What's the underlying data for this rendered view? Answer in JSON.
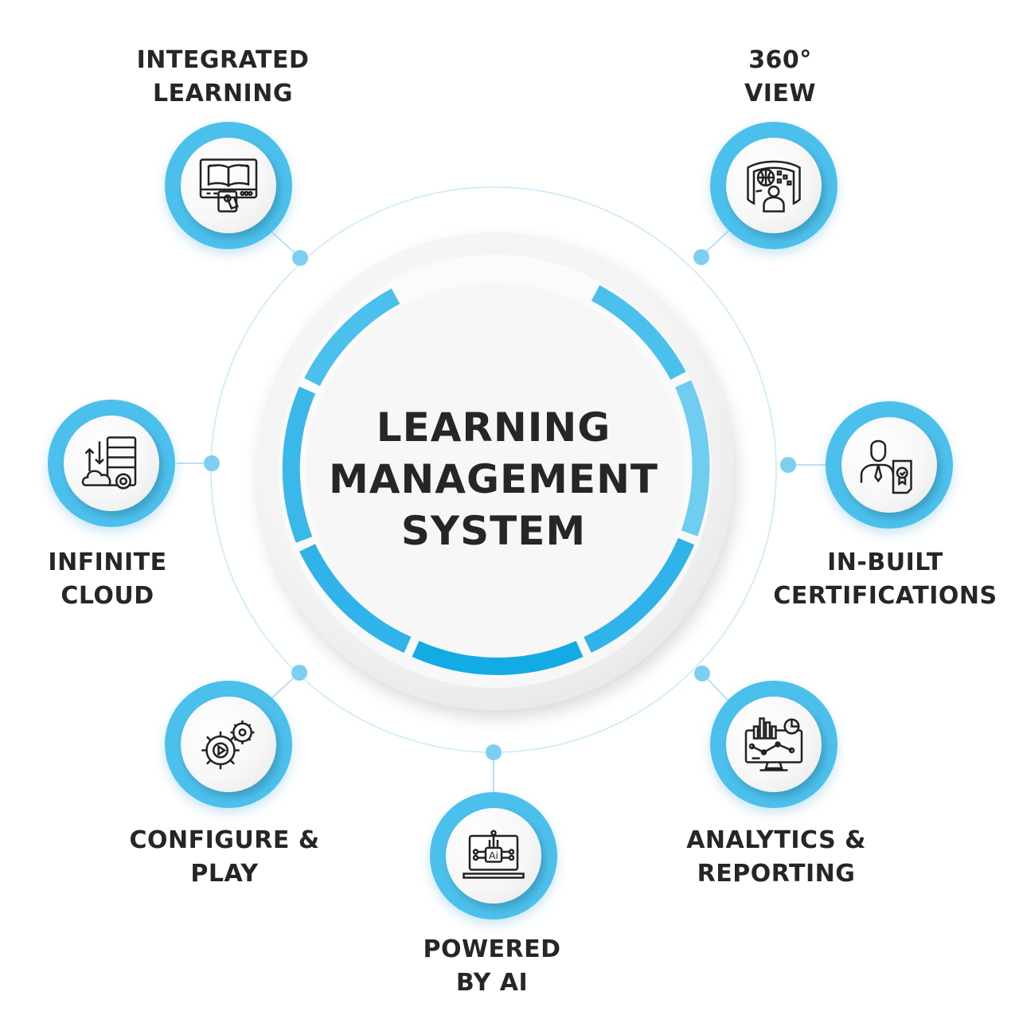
{
  "center": {
    "title_lines": [
      "LEARNING",
      "MANAGEMENT",
      "SYSTEM"
    ]
  },
  "features": [
    {
      "id": "integrated-learning",
      "lines": [
        "INTEGRATED",
        "LEARNING"
      ],
      "icon": "book-touchscreen-icon"
    },
    {
      "id": "360-view",
      "lines": [
        "360°",
        "VIEW"
      ],
      "icon": "immersive-globe-viewer-icon"
    },
    {
      "id": "infinite-cloud",
      "lines": [
        "INFINITE",
        "CLOUD"
      ],
      "icon": "cloud-server-gear-icon"
    },
    {
      "id": "in-built-certifications",
      "lines": [
        "IN-BUILT",
        "CERTIFICATIONS"
      ],
      "icon": "person-certificate-icon"
    },
    {
      "id": "configure-play",
      "lines": [
        "CONFIGURE &",
        "PLAY"
      ],
      "icon": "gears-play-icon"
    },
    {
      "id": "powered-by-ai",
      "lines": [
        "POWERED",
        "BY AI"
      ],
      "icon": "ai-laptop-circuit-icon"
    },
    {
      "id": "analytics-reporting",
      "lines": [
        "ANALYTICS &",
        "REPORTING"
      ],
      "icon": "monitor-charts-icon"
    }
  ],
  "colors": {
    "accent": "#4cc0ec",
    "accent_dark": "#13abe3",
    "accent_light": "#6fcdef",
    "text": "#262626",
    "ring_line": "#bfe6f6",
    "dot": "#7dcff0"
  }
}
